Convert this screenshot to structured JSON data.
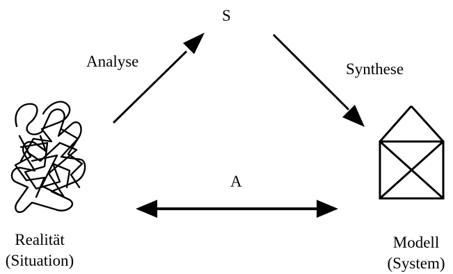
{
  "diagram": {
    "top_label": "S",
    "left_arrow_label": "Analyse",
    "right_arrow_label": "Synthese",
    "bottom_arrow_label": "A",
    "reality": {
      "line1": "Realität",
      "line2": "(Situation)"
    },
    "model": {
      "line1": "Modell",
      "line2": "(System)"
    },
    "stroke_color": "#000000",
    "background": "#ffffff"
  }
}
